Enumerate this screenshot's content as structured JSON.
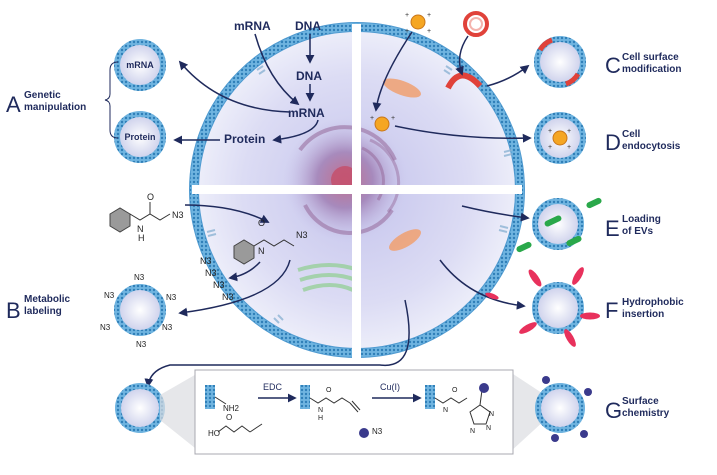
{
  "panels": [
    {
      "letter": "A",
      "label_lines": [
        "Genetic",
        "manipulation"
      ]
    },
    {
      "letter": "B",
      "label_lines": [
        "Metabolic",
        "labeling"
      ]
    },
    {
      "letter": "C",
      "label_lines": [
        "Cell surface",
        "modification"
      ]
    },
    {
      "letter": "D",
      "label_lines": [
        "Cell",
        "endocytosis"
      ]
    },
    {
      "letter": "E",
      "label_lines": [
        "Loading",
        "of EVs"
      ]
    },
    {
      "letter": "F",
      "label_lines": [
        "Hydrophobic",
        "insertion"
      ]
    },
    {
      "letter": "G",
      "label_lines": [
        "Surface",
        "chemistry"
      ]
    }
  ],
  "genetic": {
    "mrna_top": "mRNA",
    "dna_top": "DNA",
    "dna_mid": "DNA",
    "mrna_mid": "mRNA",
    "protein": "Protein",
    "ev_mrna": "mRNA",
    "ev_protein": "Protein"
  },
  "metabolic": {
    "azide": "N3",
    "nh": "N",
    "h": "H",
    "o": "O"
  },
  "chemistry": {
    "reagent1": "EDC",
    "reagent2": "Cu(I)",
    "nh2": "NH2",
    "ho": "HO",
    "o": "O",
    "n3": "N3",
    "n": "N",
    "h": "H"
  },
  "colors": {
    "navy": "#1f2a5c",
    "membrane_blue": "#5ba7d6",
    "cytoplasm": "#d9dcf3",
    "nucleus": "#a77aa6",
    "red_accent": "#e0423a",
    "green": "#2aa84a",
    "magenta": "#e8315c",
    "gold": "#f5a623"
  }
}
